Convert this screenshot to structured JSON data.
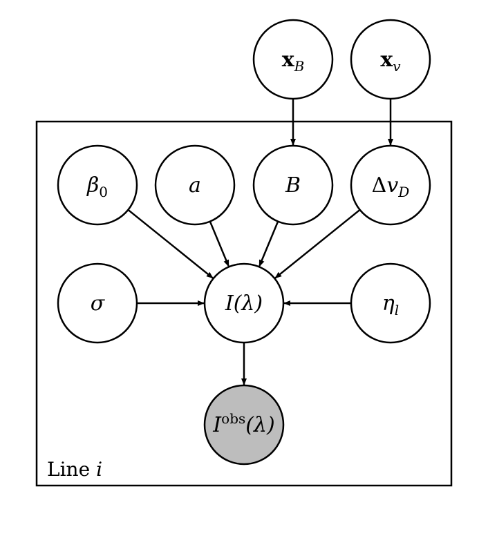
{
  "diagram": {
    "plate": {
      "label_text": "Line ",
      "label_var": "i"
    },
    "nodes": [
      {
        "id": "xB",
        "base": "x",
        "sub": "B",
        "bold_base": true,
        "observed": false
      },
      {
        "id": "xv",
        "base": "x",
        "sub": "v",
        "bold_base": true,
        "observed": false
      },
      {
        "id": "beta0",
        "base": "β",
        "sub": "0",
        "observed": false
      },
      {
        "id": "a",
        "base": "a",
        "observed": false
      },
      {
        "id": "B",
        "base": "B",
        "observed": false
      },
      {
        "id": "dvD",
        "prefix": "Δ",
        "base": "v",
        "sub": "D",
        "observed": false
      },
      {
        "id": "sigma",
        "base": "σ",
        "observed": false
      },
      {
        "id": "I",
        "base": "I(λ)",
        "observed": false
      },
      {
        "id": "eta",
        "base": "η",
        "sub": "l",
        "observed": false
      },
      {
        "id": "Iobs",
        "base": "I",
        "sup": "obs",
        "suffix": "(λ)",
        "observed": true
      }
    ],
    "edges": [
      {
        "from": "xB",
        "to": "B"
      },
      {
        "from": "xv",
        "to": "dvD"
      },
      {
        "from": "beta0",
        "to": "I"
      },
      {
        "from": "a",
        "to": "I"
      },
      {
        "from": "B",
        "to": "I"
      },
      {
        "from": "dvD",
        "to": "I"
      },
      {
        "from": "sigma",
        "to": "I"
      },
      {
        "from": "eta",
        "to": "I"
      },
      {
        "from": "I",
        "to": "Iobs"
      }
    ],
    "colors": {
      "stroke": "#000000",
      "node_fill": "#ffffff",
      "observed_fill": "#bdbdbd"
    }
  }
}
